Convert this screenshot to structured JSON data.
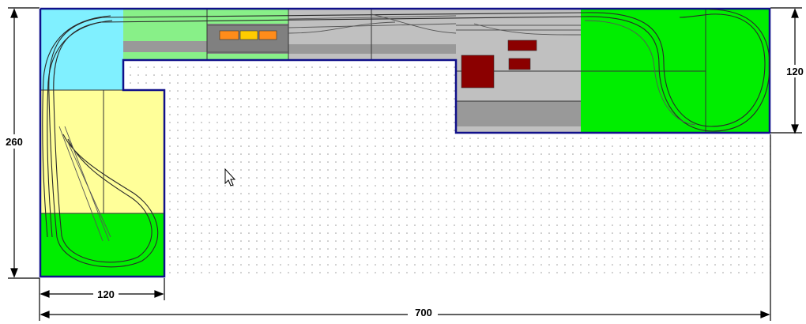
{
  "dimensions": {
    "height_total": "260",
    "width_left": "120",
    "width_total": "700",
    "height_right": "120"
  },
  "colors": {
    "grid_background": "#ffffff",
    "grid_dot": "#9a9a9a",
    "board_cyan": "#80f0ff",
    "board_yellow": "#ffff99",
    "board_green": "#00ee00",
    "board_lightgreen": "#88f088",
    "board_gray": "#c0c0c0",
    "board_darkgray": "#999999",
    "building_red": "#8b0000",
    "platform_orange": "#ff8c1a",
    "platform_yellow": "#ffcc00",
    "edge_blue": "#10108a"
  },
  "cursor": {
    "icon": "mouse-pointer-icon"
  }
}
